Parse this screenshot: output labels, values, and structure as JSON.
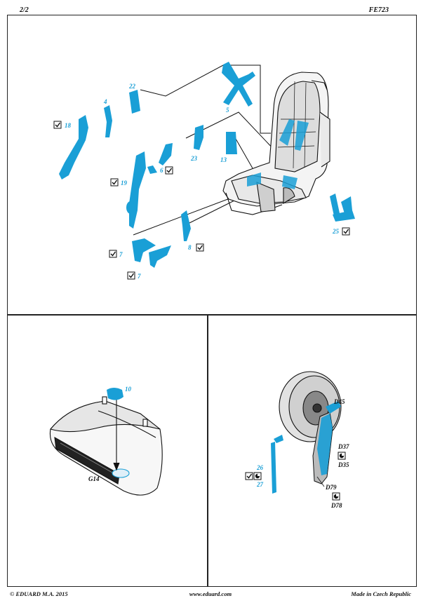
{
  "header": {
    "page": "2/2",
    "code": "FE723"
  },
  "footer": {
    "copyright": "© EDUARD  M.A. 2015",
    "website": "www.eduard.com",
    "made_in": "Made in Czech Republic"
  },
  "colors": {
    "photo_etch": "#1a9fd6",
    "plastic": "#111111",
    "paper": "#ffffff"
  },
  "icons": {
    "checkbox": "check-box-icon",
    "pie": "pie-box-icon"
  },
  "seat_panel": {
    "labels": {
      "p18": "18",
      "p4": "4",
      "p22": "22",
      "p5": "5",
      "p13": "13",
      "p23": "23",
      "p6": "6",
      "p19": "19",
      "p8": "8",
      "p7a": "7",
      "p7b": "7",
      "p25": "25"
    }
  },
  "tank_panel": {
    "labels": {
      "p10": "10",
      "g14": "G14"
    }
  },
  "gear_panel": {
    "labels": {
      "d45": "D45",
      "d37": "D37",
      "d35": "D35",
      "p26": "26",
      "p27": "27",
      "d79": "D79",
      "d78": "D78"
    }
  }
}
